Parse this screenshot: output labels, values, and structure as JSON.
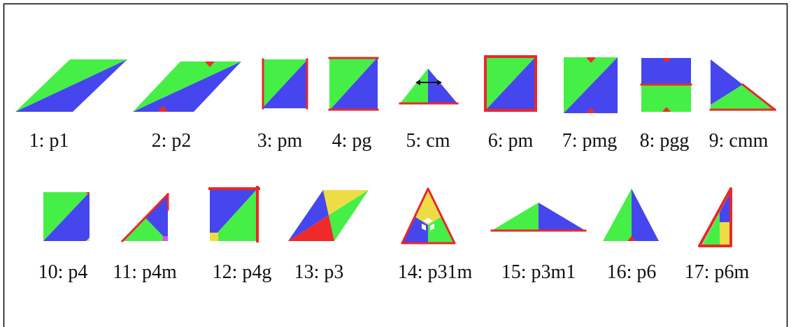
{
  "colors": {
    "green": "#46ef46",
    "blue": "#4646ee",
    "red": "#ee2a2a",
    "yellow": "#eedc46",
    "magenta": "#ee46ee"
  },
  "tiles": [
    {
      "label": "1: p1"
    },
    {
      "label": "2: p2"
    },
    {
      "label": "3: pm"
    },
    {
      "label": "4: pg"
    },
    {
      "label": "5: cm"
    },
    {
      "label": "6: pm"
    },
    {
      "label": "7: pmg"
    },
    {
      "label": "8: pgg"
    },
    {
      "label": "9: cmm"
    },
    {
      "label": "10: p4"
    },
    {
      "label": "11: p4m"
    },
    {
      "label": "12: p4g"
    },
    {
      "label": "13: p3"
    },
    {
      "label": "14: p31m"
    },
    {
      "label": "15: p3m1"
    },
    {
      "label": "16: p6"
    },
    {
      "label": "17: p6m"
    }
  ]
}
